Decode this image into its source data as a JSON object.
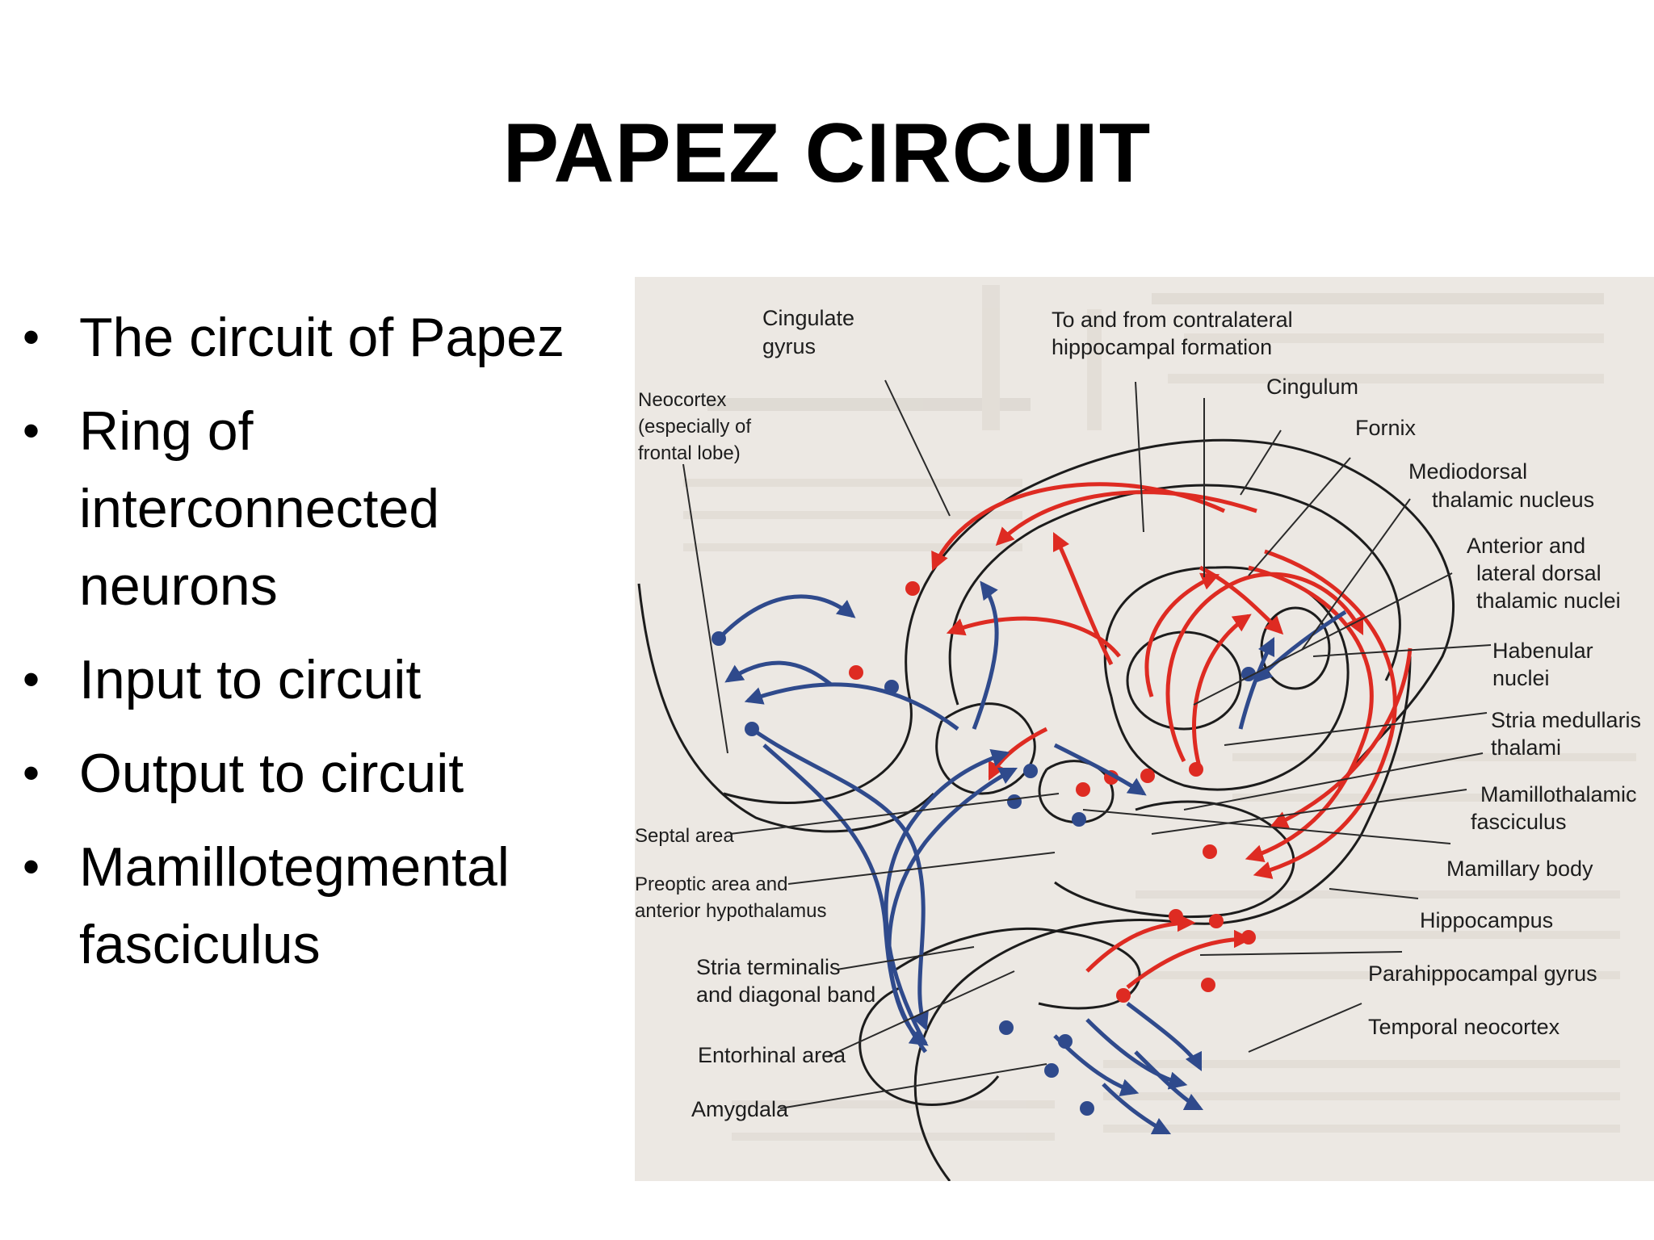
{
  "slide": {
    "title": "PAPEZ CIRCUIT",
    "bullets": [
      "The circuit of Papez",
      "Ring of interconnected neurons",
      "Input to circuit",
      "Output to circuit",
      "Mamillotegmental fasciculus"
    ],
    "bullet_symbol": "•"
  },
  "figure": {
    "labels": {
      "cingulate_gyrus_1": "Cingulate",
      "cingulate_gyrus_2": "gyrus",
      "neocortex_1": "Neocortex",
      "neocortex_2": "(especially of",
      "neocortex_3": "frontal lobe)",
      "contralateral_1": "To and from contralateral",
      "contralateral_2": "hippocampal formation",
      "cingulum": "Cingulum",
      "fornix": "Fornix",
      "mediodorsal_1": "Mediodorsal",
      "mediodorsal_2": "thalamic nucleus",
      "anterior_1": "Anterior and",
      "anterior_2": "lateral dorsal",
      "anterior_3": "thalamic nuclei",
      "habenular_1": "Habenular",
      "habenular_2": "nuclei",
      "stria_med_1": "Stria medullaris",
      "stria_med_2": "thalami",
      "mamillothalamic_1": "Mamillothalamic",
      "mamillothalamic_2": "fasciculus",
      "mamillary_body": "Mamillary body",
      "hippocampus": "Hippocampus",
      "parahippocampal": "Parahippocampal gyrus",
      "temporal_neocortex": "Temporal neocortex",
      "septal_area": "Septal area",
      "preoptic_1": "Preoptic area and",
      "preoptic_2": "anterior hypothalamus",
      "stria_term_1": "Stria terminalis",
      "stria_term_2": "and diagonal band",
      "entorhinal": "Entorhinal area",
      "amygdala": "Amygdala"
    },
    "colors": {
      "paper": "#ece8e3",
      "circuit_arrows": "#de2b22",
      "input_output_arrows": "#2f4a8c",
      "outline": "#1c1c1c"
    }
  }
}
